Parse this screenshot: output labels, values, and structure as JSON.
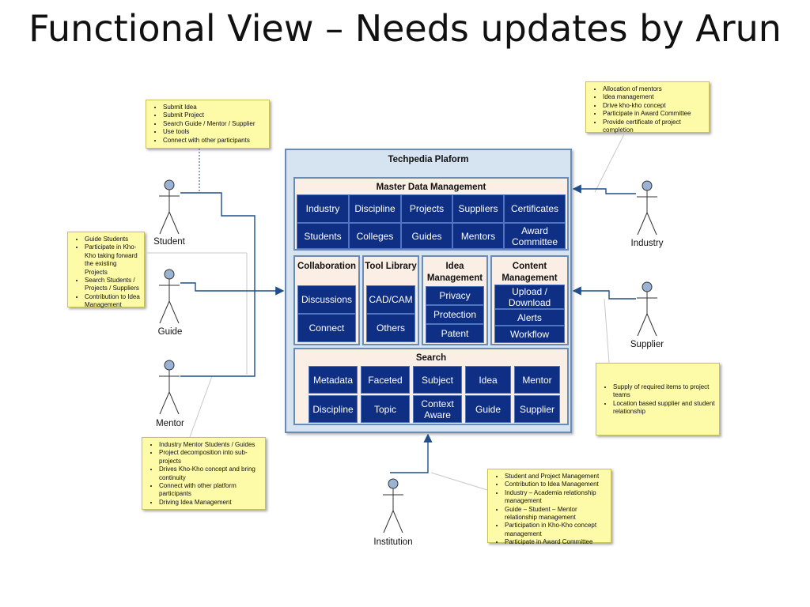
{
  "title": "Functional View – Needs updates by Arun",
  "platform": {
    "title": "Techpedia Plaform",
    "master": {
      "title": "Master Data Management",
      "row1": [
        "Industry",
        "Discipline",
        "Projects",
        "Suppliers",
        "Certificates"
      ],
      "row2": [
        "Students",
        "Colleges",
        "Guides",
        "Mentors",
        "Award Committee"
      ]
    },
    "collaboration": {
      "title": "Collaboration",
      "items": [
        "Discussions",
        "Connect"
      ]
    },
    "tool_library": {
      "title": "Tool Library",
      "items": [
        "CAD/CAM",
        "Others"
      ]
    },
    "idea": {
      "title": "Idea Management",
      "items": [
        "Privacy",
        "Protection",
        "Patent"
      ]
    },
    "content": {
      "title": "Content Management",
      "items": [
        "Upload / Download",
        "Alerts",
        "Workflow"
      ]
    },
    "search": {
      "title": "Search",
      "row1": [
        "Metadata",
        "Faceted",
        "Subject",
        "Idea",
        "Mentor"
      ],
      "row2": [
        "Discipline",
        "Topic",
        "Context Aware",
        "Guide",
        "Supplier"
      ]
    }
  },
  "actors": {
    "student": "Student",
    "guide": "Guide",
    "mentor": "Mentor",
    "industry": "Industry",
    "supplier": "Supplier",
    "institution": "Institution"
  },
  "notes": {
    "student": [
      "Submit Idea",
      "Submit Project",
      "Search Guide / Mentor / Supplier",
      "Use tools",
      "Connect with other participants"
    ],
    "guide": [
      "Guide Students",
      "Participate in Kho-Kho taking forward the existing Projects",
      "Search Students / Projects / Suppliers",
      "Contribution to Idea Management"
    ],
    "mentor": [
      "Industry Mentor Students / Guides",
      "Project decomposition into sub-projects",
      "Drives Kho-Kho concept and bring continuity",
      "Connect with other platform participants",
      "Driving Idea Management"
    ],
    "industry": [
      "Allocation of mentors",
      "Idea management",
      "Drive kho-kho concept",
      "Participate in Award Committee",
      "Provide certificate of project completion"
    ],
    "supplier": [
      "Supply of required items to project teams",
      "Location based supplier and student relationship"
    ],
    "institution": [
      "Student and Project Management",
      "Contribution to Idea Management",
      "Industry – Academia relationship management",
      "Guide – Student – Mentor relationship management",
      "Participation in Kho-Kho concept management",
      "Participate in Award Committee"
    ]
  },
  "colors": {
    "tile": "#0e2f84",
    "panel": "#fbeee4",
    "platform": "#d6e3f1",
    "note": "#fdfaa8",
    "connector": "#1f4e8c"
  }
}
